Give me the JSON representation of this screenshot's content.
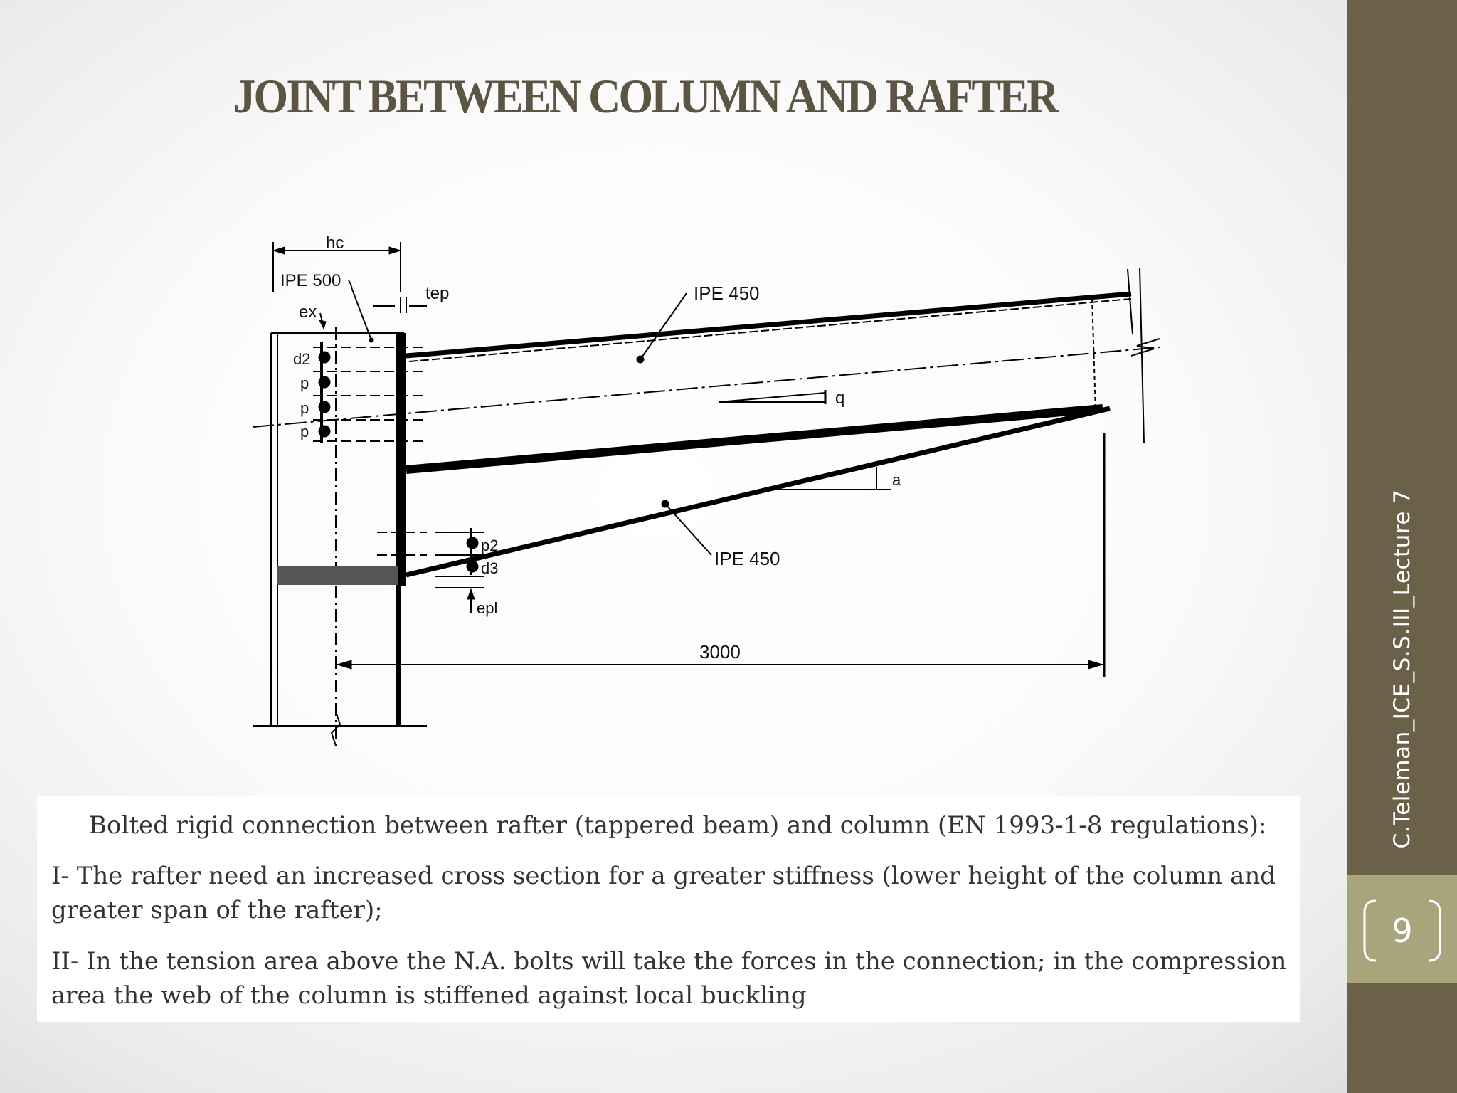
{
  "slide": {
    "title": "JOINT BETWEEN COLUMN AND RAFTER",
    "vertical_caption": "C.Teleman_ICE_S.S.III_Lecture 7",
    "page_number": "9"
  },
  "diagram": {
    "labels": {
      "hc": "hc",
      "column_section": "IPE 500",
      "ex": "ex",
      "tep": "tep",
      "d2": "d2",
      "p1": "p",
      "p2": "p",
      "p3": "p",
      "rafter_top": "IPE 450",
      "q": "q",
      "a": "a",
      "rafter_bottom": "IPE 450",
      "p2_lower": "p2",
      "d3": "d3",
      "epl": "epl",
      "span": "3000"
    }
  },
  "body": {
    "para1": "Bolted rigid connection between rafter (tappered beam) and column (EN 1993-1-8 regulations):",
    "para2": "I- The rafter need an increased cross section for a greater stiffness (lower height of the column and greater span of the rafter);",
    "para3": "II- In the tension area above the N.A. bolts will take the forces in the connection; in the compression area the web of the column is stiffened against local buckling"
  },
  "colors": {
    "sidebar": "#6b6149",
    "sidebar_accent": "#a8a47c",
    "title": "#5d5544"
  }
}
